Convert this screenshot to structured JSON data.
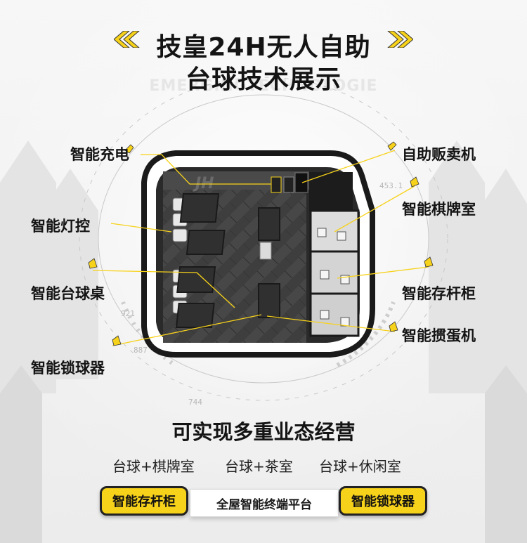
{
  "header": {
    "title_line1": "技皇24H无人自助",
    "title_line2": "台球技术展示",
    "watermark": "EMERGINGTECHNOLOGIE"
  },
  "labels": {
    "smart_charging": "智能充电",
    "smart_lighting": "智能灯控",
    "smart_billiard_table": "智能台球桌",
    "smart_ball_lock": "智能锁球器",
    "vending_machine": "自助贩卖机",
    "chess_card_room": "智能棋牌室",
    "cue_locker": "智能存杆柜",
    "egg_machine": "智能掼蛋机"
  },
  "decor_numbers": [
    "921",
    "887",
    "744",
    "453.1"
  ],
  "floorplan": {
    "logo_text": "JH"
  },
  "bottom": {
    "headline": "可实现多重业态经营",
    "business_modes": [
      "台球+棋牌室",
      "台球+茶室",
      "台球+休闲室"
    ],
    "platform_label": "全屋智能终端平台",
    "left_pill": "智能存杆柜",
    "right_pill": "智能锁球器"
  },
  "colors": {
    "accent_yellow": "#f7d21a",
    "floor_dark": "#3b3b3b",
    "wall_black": "#1a1a1a"
  }
}
